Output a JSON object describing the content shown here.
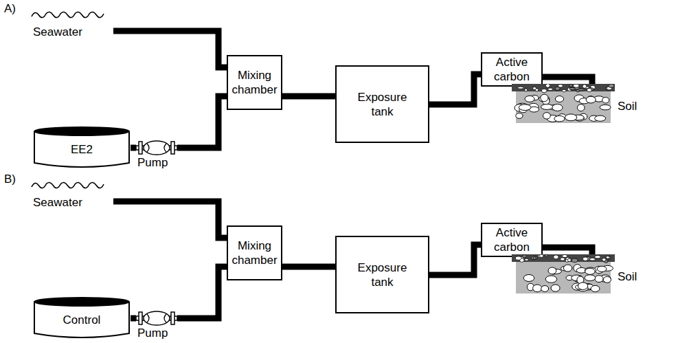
{
  "diagram": {
    "nodes": [
      {
        "text": [
          "Seawater"
        ]
      },
      {
        "text": [
          "Mixing chamber"
        ]
      },
      {
        "text": [
          "Exposure tank"
        ]
      },
      {
        "text": [
          "Active carbon"
        ]
      },
      {
        "text": [
          "Soil"
        ]
      },
      {
        "text": [
          "EE2"
        ]
      },
      {
        "text": [
          "Pump"
        ]
      },
      {
        "text": [
          "Seawater"
        ]
      },
      {
        "text": [
          "Mixing chamber"
        ]
      },
      {
        "text": [
          "Exposure tank"
        ]
      },
      {
        "text": [
          "Active carbon"
        ]
      },
      {
        "text": [
          "Soil"
        ]
      },
      {
        "text": [
          "Control"
        ]
      },
      {
        "text": [
          "Pump"
        ]
      }
    ],
    "edges": [
      {
        "from": 0,
        "to": 1,
        "arrow": "none"
      },
      {
        "from": 5,
        "to": 6,
        "arrow": "none"
      },
      {
        "from": 6,
        "to": 1,
        "arrow": "none"
      },
      {
        "from": 1,
        "to": 2,
        "arrow": "none"
      },
      {
        "from": 2,
        "to": 3,
        "arrow": "none"
      },
      {
        "from": 3,
        "to": 4,
        "arrow": "none"
      },
      {
        "from": 7,
        "to": 8,
        "arrow": "none"
      },
      {
        "from": 12,
        "to": 13,
        "arrow": "none"
      },
      {
        "from": 13,
        "to": 8,
        "arrow": "none"
      },
      {
        "from": 8,
        "to": 9,
        "arrow": "none"
      },
      {
        "from": 9,
        "to": 10,
        "arrow": "none"
      },
      {
        "from": 10,
        "to": 11,
        "arrow": "none"
      }
    ],
    "labels": [
      "A)",
      "B)"
    ]
  }
}
